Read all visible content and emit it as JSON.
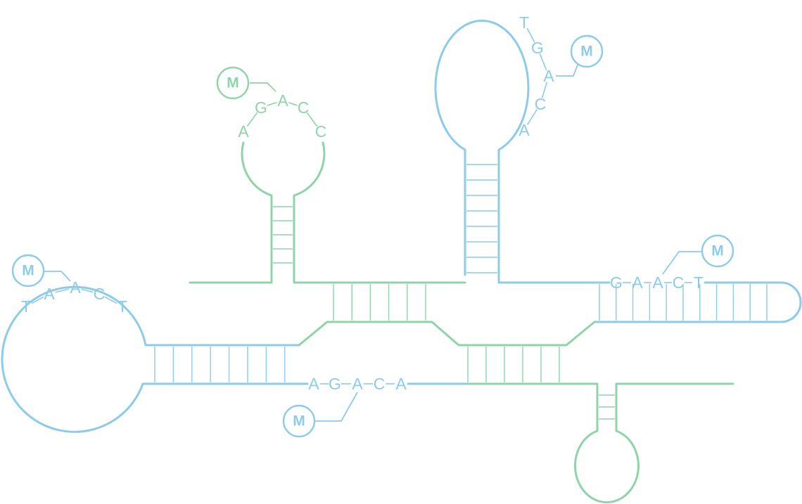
{
  "colors": {
    "blue": "#8ccbe9",
    "green": "#8fd4a8"
  },
  "modification_label": "M",
  "motifs": {
    "top_left_loop": [
      "A",
      "G",
      "A",
      "C",
      "C"
    ],
    "top_right_loop": [
      "T",
      "G",
      "A",
      "C",
      "A"
    ],
    "left_loop": [
      "T",
      "A",
      "A",
      "C",
      "T"
    ],
    "bottom_strand": [
      "A",
      "G",
      "A",
      "C",
      "A"
    ],
    "right_strand": [
      "G",
      "A",
      "A",
      "C",
      "T"
    ]
  }
}
